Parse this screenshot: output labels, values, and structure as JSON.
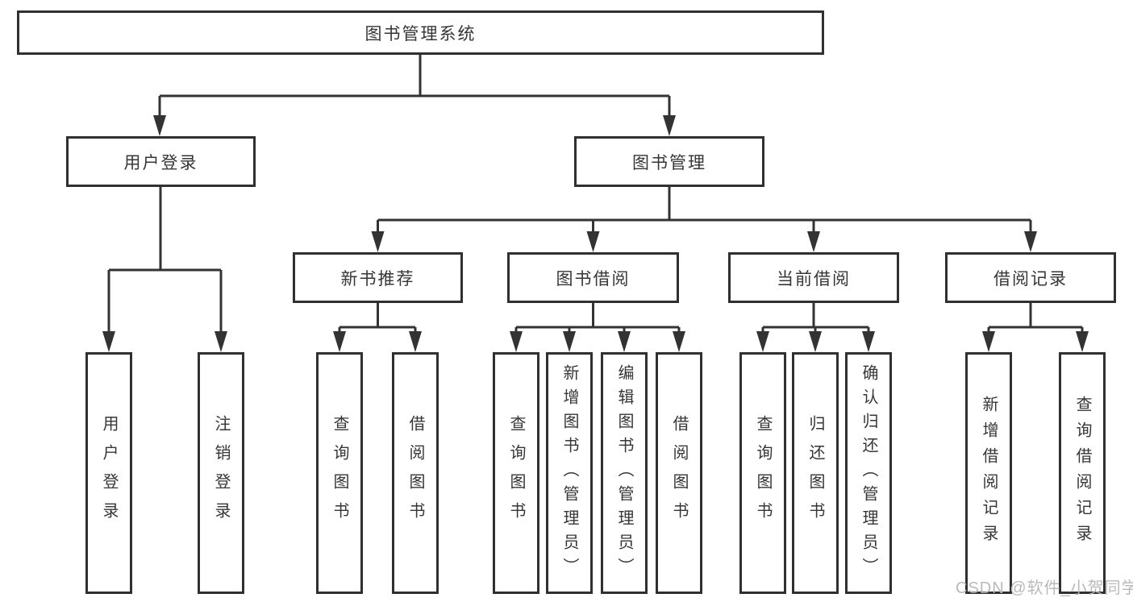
{
  "diagram": {
    "root": {
      "label": "图书管理系统"
    },
    "branches": [
      {
        "label": "用户登录",
        "children": [
          {
            "label": "用户登录"
          },
          {
            "label": "注销登录"
          }
        ]
      },
      {
        "label": "图书管理",
        "children": [
          {
            "label": "新书推荐",
            "children": [
              {
                "label": "查询图书"
              },
              {
                "label": "借阅图书"
              }
            ]
          },
          {
            "label": "图书借阅",
            "children": [
              {
                "label": "查询图书"
              },
              {
                "label": "新增图书（管理员）"
              },
              {
                "label": "编辑图书（管理员）"
              },
              {
                "label": "借阅图书"
              }
            ]
          },
          {
            "label": "当前借阅",
            "children": [
              {
                "label": "查询图书"
              },
              {
                "label": "归还图书"
              },
              {
                "label": "确认归还（管理员）"
              }
            ]
          },
          {
            "label": "借阅记录",
            "children": [
              {
                "label": "新增借阅记录"
              },
              {
                "label": "查询借阅记录"
              }
            ]
          }
        ]
      }
    ],
    "watermark": "CSDN @软件_小贺同学",
    "colors": {
      "line": "#333333",
      "box_border": "#303030",
      "text": "#363636",
      "watermark": "#b6b6b6",
      "background": "#ffffff"
    }
  }
}
